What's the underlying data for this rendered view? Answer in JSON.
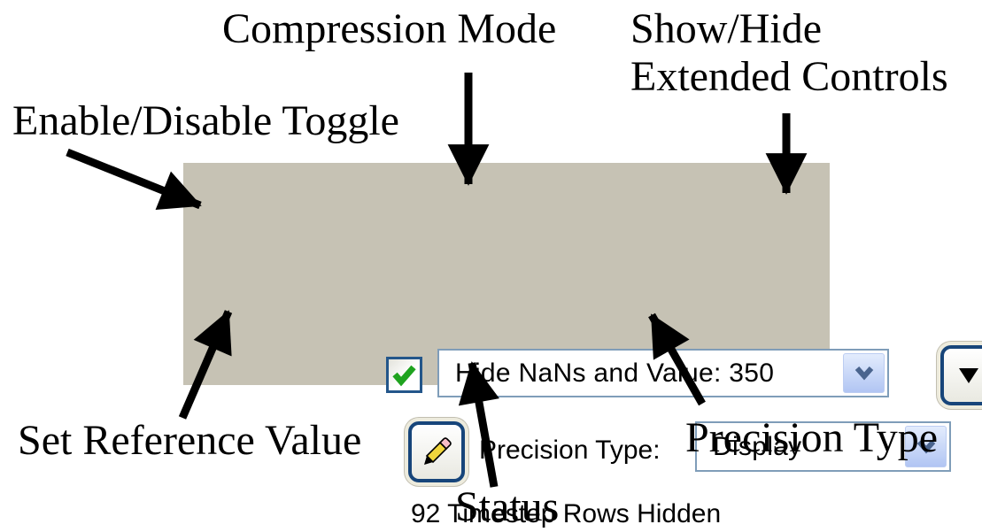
{
  "panel": {
    "background_color": "#c6c2b4",
    "enable_checkbox": {
      "checked": true,
      "check_color": "#1fa31f"
    },
    "compression_combo": {
      "value": "Hide NaNs and Value: 350"
    },
    "extended_button": {
      "icon": "down-triangle-icon"
    },
    "reference_button": {
      "icon": "pencil-icon"
    },
    "precision_label": "Precision Type:",
    "precision_combo": {
      "value": "Display"
    },
    "status_text": "92 Timestep Rows Hidden"
  },
  "annotations": {
    "compression_mode": "Compression Mode",
    "show_hide_line1": "Show/Hide",
    "show_hide_line2": "Extended Controls",
    "enable_disable": "Enable/Disable Toggle",
    "set_reference": "Set Reference Value",
    "status": "Status",
    "precision_type": "Precision Type"
  },
  "colors": {
    "combo_border": "#7f9db9",
    "button_border": "#17457a",
    "chevron": "#4a648e",
    "arrow": "#000000"
  }
}
